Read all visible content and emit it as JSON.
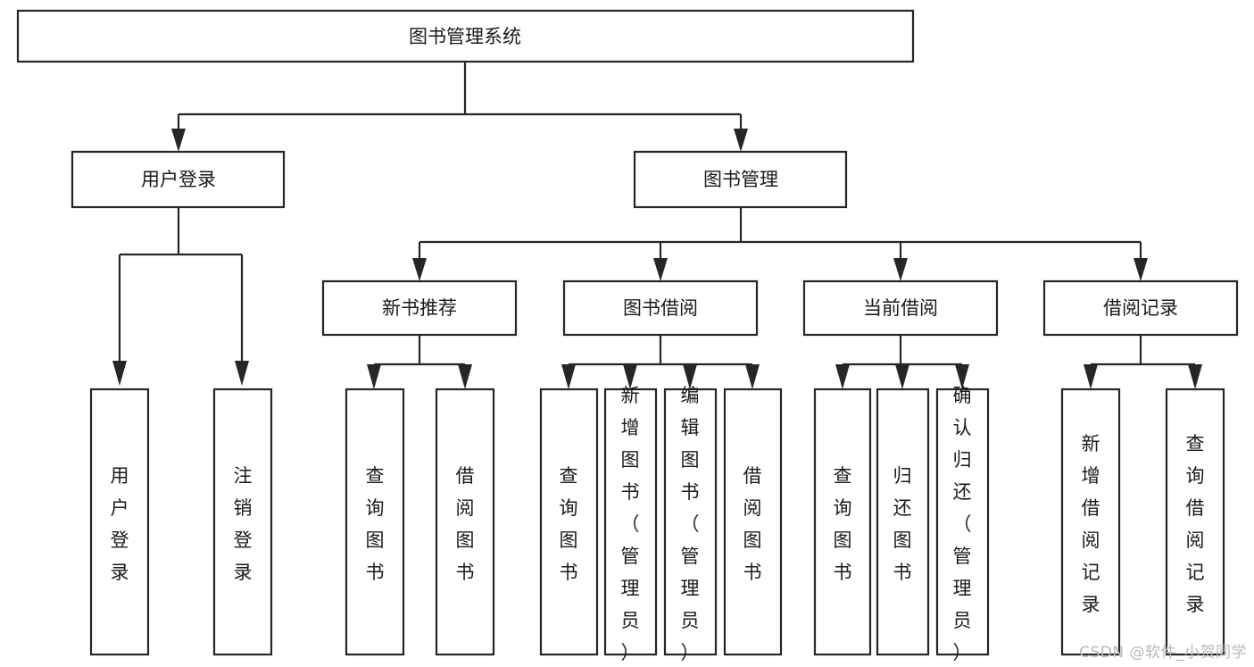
{
  "diagram": {
    "type": "tree-hierarchy",
    "title": "图书管理系统",
    "watermark": "CSDN @软件_小贺同学",
    "colors": {
      "stroke": "#262626",
      "fill": "#ffffff",
      "text": "#1a1a1a",
      "watermark": "#b9b9b9"
    },
    "levels": {
      "root": {
        "label": "图书管理系统"
      },
      "level2": [
        {
          "id": "user-login",
          "label": "用户登录"
        },
        {
          "id": "book-manage",
          "label": "图书管理"
        }
      ],
      "level3": [
        {
          "id": "new-book-recommend",
          "label": "新书推荐",
          "parent": "book-manage"
        },
        {
          "id": "book-borrow",
          "label": "图书借阅",
          "parent": "book-manage"
        },
        {
          "id": "current-borrow",
          "label": "当前借阅",
          "parent": "book-manage"
        },
        {
          "id": "borrow-record",
          "label": "借阅记录",
          "parent": "book-manage"
        }
      ],
      "leaves": [
        {
          "id": "leaf-user-login",
          "label": "用户登录",
          "parent": "user-login"
        },
        {
          "id": "leaf-logout-login",
          "label": "注销登录",
          "parent": "user-login"
        },
        {
          "id": "leaf-query-book-1",
          "label": "查询图书",
          "parent": "new-book-recommend"
        },
        {
          "id": "leaf-borrow-book-1",
          "label": "借阅图书",
          "parent": "new-book-recommend"
        },
        {
          "id": "leaf-query-book-2",
          "label": "查询图书",
          "parent": "book-borrow"
        },
        {
          "id": "leaf-add-book",
          "label": "新增图书（管理员）",
          "parent": "book-borrow"
        },
        {
          "id": "leaf-edit-book",
          "label": "编辑图书（管理员）",
          "parent": "book-borrow"
        },
        {
          "id": "leaf-borrow-book-2",
          "label": "借阅图书",
          "parent": "book-borrow"
        },
        {
          "id": "leaf-query-book-3",
          "label": "查询图书",
          "parent": "current-borrow"
        },
        {
          "id": "leaf-return-book",
          "label": "归还图书",
          "parent": "current-borrow"
        },
        {
          "id": "leaf-confirm-return",
          "label": "确认归还（管理员）",
          "parent": "current-borrow"
        },
        {
          "id": "leaf-add-record",
          "label": "新增借阅记录",
          "parent": "borrow-record"
        },
        {
          "id": "leaf-query-record",
          "label": "查询借阅记录",
          "parent": "borrow-record"
        }
      ]
    }
  }
}
